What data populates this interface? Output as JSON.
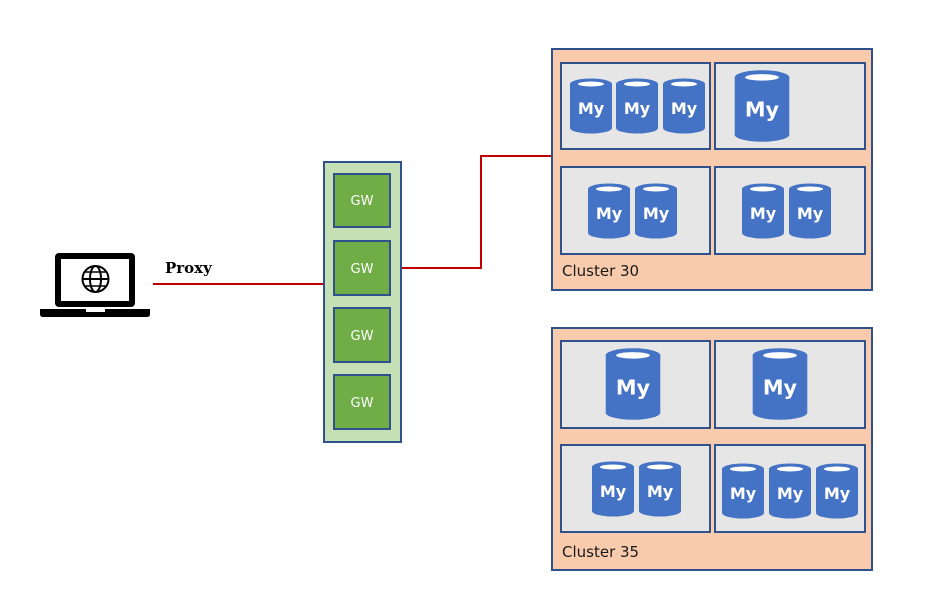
{
  "proxy_label": "Proxy",
  "gateway_label": "GW",
  "db_label": "My",
  "clusters": [
    {
      "label": "Cluster 30",
      "cells": [
        3,
        1,
        2,
        2
      ]
    },
    {
      "label": "Cluster 35",
      "cells": [
        1,
        1,
        2,
        3
      ]
    }
  ],
  "colors": {
    "cluster_fill": "#f8cbad",
    "cluster_border": "#2f528f",
    "cell_fill": "#e7e6e6",
    "gw_panel_fill": "#c5e0b4",
    "gw_fill": "#70ad47",
    "db_fill": "#4472c4",
    "link": "#c00000"
  }
}
